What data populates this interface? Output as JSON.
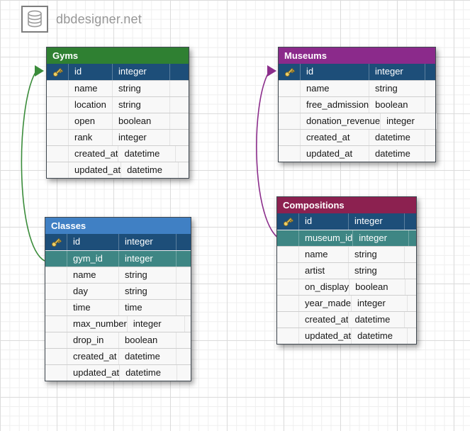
{
  "app": {
    "logo_text": "dbdesigner.net"
  },
  "colors": {
    "pk_row": "#1d4e79",
    "fk_row": "#3e8684",
    "grid_minor": "#efefef",
    "grid_major": "#dcdcdc"
  },
  "tables": [
    {
      "name": "Gyms",
      "header_color": "#2f8032",
      "fields": [
        {
          "name": "id",
          "type": "integer",
          "key": "primary"
        },
        {
          "name": "name",
          "type": "string"
        },
        {
          "name": "location",
          "type": "string"
        },
        {
          "name": "open",
          "type": "boolean"
        },
        {
          "name": "rank",
          "type": "integer"
        },
        {
          "name": "created_at",
          "type": "datetime"
        },
        {
          "name": "updated_at",
          "type": "datetime"
        }
      ]
    },
    {
      "name": "Museums",
      "header_color": "#8b2a8b",
      "fields": [
        {
          "name": "id",
          "type": "integer",
          "key": "primary"
        },
        {
          "name": "name",
          "type": "string"
        },
        {
          "name": "free_admission",
          "type": "boolean"
        },
        {
          "name": "donation_revenue",
          "type": "integer"
        },
        {
          "name": "created_at",
          "type": "datetime"
        },
        {
          "name": "updated_at",
          "type": "datetime"
        }
      ]
    },
    {
      "name": "Classes",
      "header_color": "#4080c4",
      "fields": [
        {
          "name": "id",
          "type": "integer",
          "key": "primary"
        },
        {
          "name": "gym_id",
          "type": "integer",
          "key": "foreign"
        },
        {
          "name": "name",
          "type": "string"
        },
        {
          "name": "day",
          "type": "string"
        },
        {
          "name": "time",
          "type": "time"
        },
        {
          "name": "max_number",
          "type": "integer"
        },
        {
          "name": "drop_in",
          "type": "boolean"
        },
        {
          "name": "created_at",
          "type": "datetime"
        },
        {
          "name": "updated_at",
          "type": "datetime"
        }
      ]
    },
    {
      "name": "Compositions",
      "header_color": "#8c2150",
      "fields": [
        {
          "name": "id",
          "type": "integer",
          "key": "primary"
        },
        {
          "name": "museum_id",
          "type": "integer",
          "key": "foreign"
        },
        {
          "name": "name",
          "type": "string"
        },
        {
          "name": "artist",
          "type": "string"
        },
        {
          "name": "on_display",
          "type": "boolean"
        },
        {
          "name": "year_made",
          "type": "integer"
        },
        {
          "name": "created_at",
          "type": "datetime"
        },
        {
          "name": "updated_at",
          "type": "datetime"
        }
      ]
    }
  ],
  "relations": [
    {
      "from": "Classes.gym_id",
      "to": "Gyms.id",
      "color": "#3a8c3a"
    },
    {
      "from": "Compositions.museum_id",
      "to": "Museums.id",
      "color": "#8b2d8b"
    }
  ]
}
